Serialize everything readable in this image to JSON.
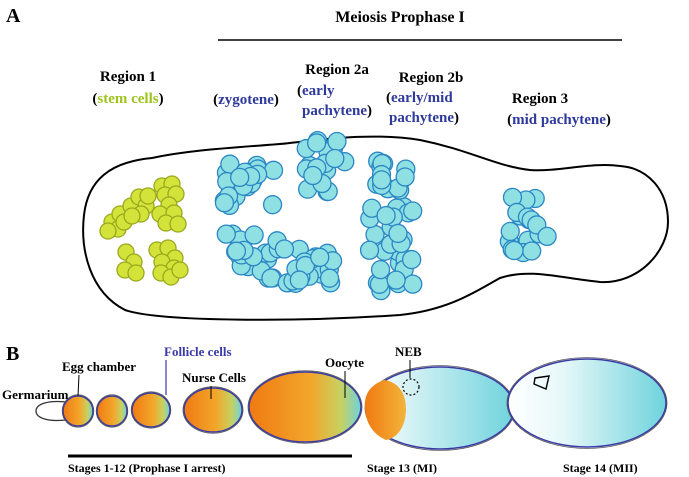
{
  "panels": {
    "a_label": "A",
    "b_label": "B"
  },
  "panel_a": {
    "header": "Meiosis Prophase I",
    "region1": {
      "title": "Region 1",
      "paren_open": "(",
      "stage": "stem cells",
      "paren_close": ")"
    },
    "zygotene": {
      "paren_open": "(",
      "stage": "zygotene",
      "paren_close": ")"
    },
    "region2a": {
      "title": "Region 2a",
      "paren_open": "(",
      "stage_line1": "early",
      "stage_line2": "pachytene",
      "paren_close": ")"
    },
    "region2b": {
      "title": "Region 2b",
      "paren_open": "(",
      "stage_line1": "early/mid",
      "stage_line2": "pachytene",
      "paren_close": ")"
    },
    "region3": {
      "title": "Region 3",
      "paren_open": "(",
      "stage": "mid pachytene",
      "paren_close": ")"
    }
  },
  "panel_b": {
    "germarium": "Germarium",
    "egg_chamber": "Egg chamber",
    "follicle_cells": "Follicle cells",
    "nurse_cells": "Nurse Cells",
    "oocyte": "Oocyte",
    "neb": "NEB",
    "stages_1_12": "Stages 1-12 (Prophase I arrest)",
    "stage_13": "Stage 13 (MI)",
    "stage_14": "Stage 14 (MII)"
  },
  "colors": {
    "stem_cell_fill": "#d4e33a",
    "stem_cell_stroke": "#9aa81c",
    "meiotic_cell_fill": "#8fe0e3",
    "meiotic_cell_stroke": "#2b86c4",
    "region_text_green": "#9ec31f",
    "region_text_blue": "#2e3a9c",
    "follicle_text": "#3a3aa8",
    "nurse_orange": "#f07a12",
    "oocyte_cyan": "#6fd3dc"
  }
}
